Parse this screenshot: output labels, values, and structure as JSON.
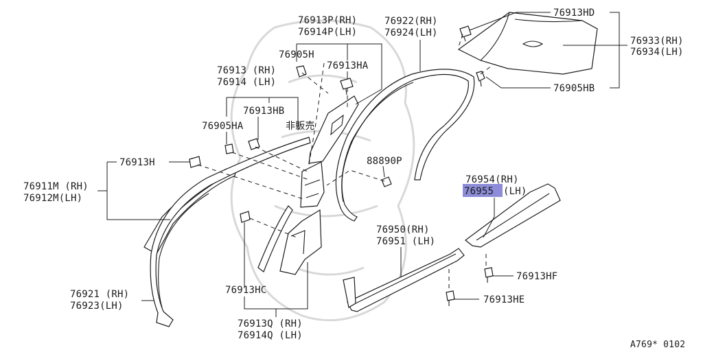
{
  "labels": {
    "p76913HD": "76913HD",
    "p76933rh": "76933(RH)",
    "p76934lh": "76934(LH)",
    "p76905HB": "76905HB",
    "p76922rh": "76922(RH)",
    "p76924lh": "76924(LH)",
    "p76913Prh": "76913P(RH)",
    "p76914Plh": "76914P(LH)",
    "p76905H": "76905H",
    "p76913HA": "76913HA",
    "p76913rh": "76913 (RH)",
    "p76914lh": "76914 (LH)",
    "p76913HB": "76913HB",
    "p76905HA": "76905HA",
    "notForSale": "非販売",
    "p88890P": "88890P",
    "p76913H": "76913H",
    "p76911Mrh": "76911M (RH)",
    "p76912Mlh": "76912M(LH)",
    "p76954rh": "76954(RH)",
    "p76955": "76955",
    "p76955lh": "(LH)",
    "p76950rh": "76950(RH)",
    "p76951lh": "76951 (LH)",
    "p76913HF": "76913HF",
    "p76913HC": "76913HC",
    "p76913HE": "76913HE",
    "p76921rh": "76921 (RH)",
    "p76923lh": "76923(LH)",
    "p76913Qrh": "76913Q (RH)",
    "p76914Qlh": "76914Q (LH)",
    "figureRef": "A769* 0102"
  },
  "colors": {
    "ink": "#1a1a1a",
    "highlight": "#8c8cd8",
    "watermark": "#d8d8d8"
  }
}
